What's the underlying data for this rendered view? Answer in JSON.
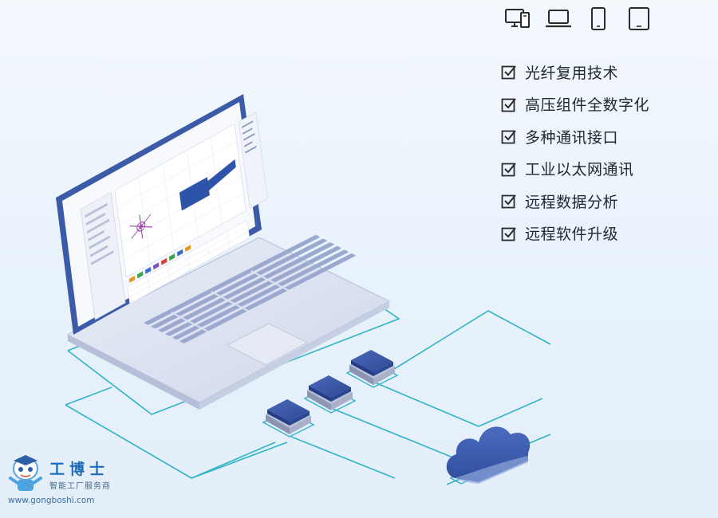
{
  "colors": {
    "accent_line": "#2fb3c9",
    "laptop_frame": "#3b5aa8",
    "laptop_body": "#dde3f1",
    "chip_top": "#3d58a6",
    "cloud": "#3d5fb2",
    "check": "#2b2b2b",
    "text": "#222831",
    "logo_blue": "#1f6db8"
  },
  "devices": [
    {
      "icon": "desktop-pc-icon"
    },
    {
      "icon": "laptop-icon"
    },
    {
      "icon": "phone-icon"
    },
    {
      "icon": "tablet-icon"
    }
  ],
  "features": [
    "光纤复用技术",
    "高压组件全数字化",
    "多种通讯接口",
    "工业以太网通讯",
    "远程数据分析",
    "远程软件升级"
  ],
  "logo": {
    "title": "工博士",
    "subtitle": "智能工厂服务商",
    "url": "www.gongboshi.com"
  }
}
